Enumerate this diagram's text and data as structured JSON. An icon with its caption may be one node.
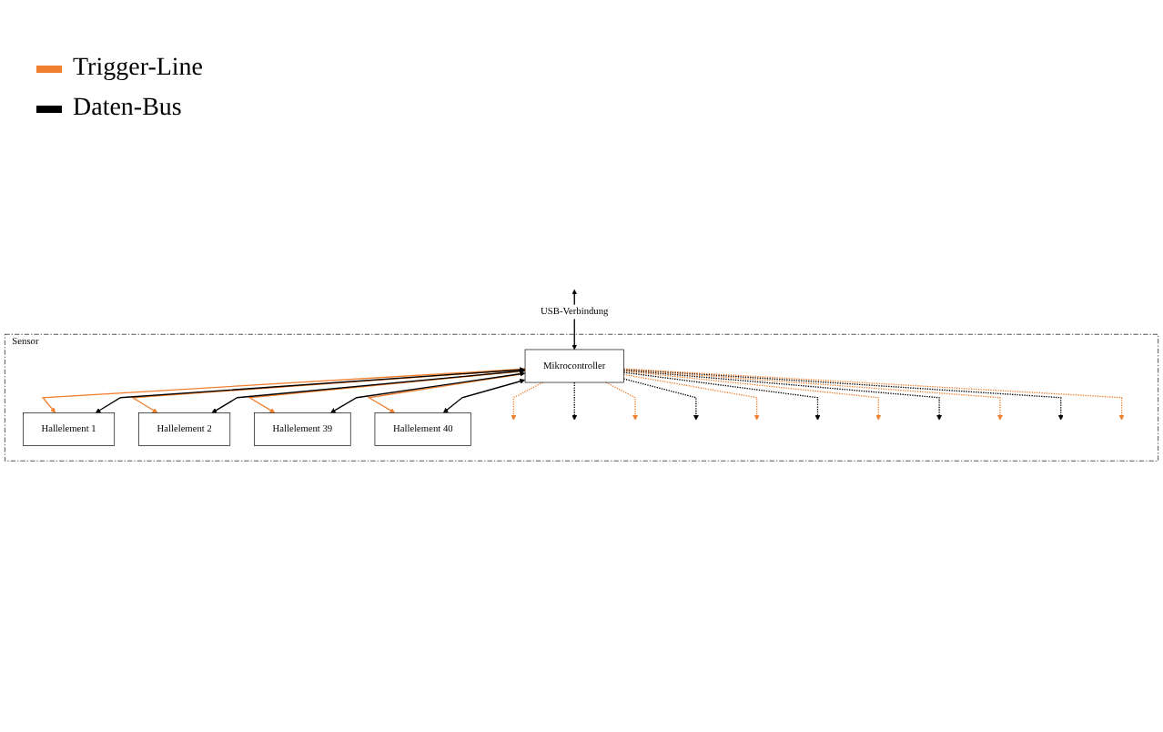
{
  "diagram": {
    "nodes": [
      {
        "text": [
          "Sensor"
        ]
      },
      {
        "text": [
          "Mikrocontroller"
        ],
        "in": 0
      },
      {
        "text": [
          "Hallelement 1"
        ],
        "in": 0
      },
      {
        "text": [
          "Hallelement 2"
        ],
        "in": 0
      },
      {
        "text": [
          "Hallelement 39"
        ],
        "in": 0
      },
      {
        "text": [
          "Hallelement 40"
        ],
        "in": 0
      }
    ],
    "edges": [
      {
        "from": null,
        "to": 1,
        "arrow": "both",
        "label": "USB-Verbindung"
      },
      {
        "from": 1,
        "to": 2,
        "arrow": "to",
        "color": "#f08030"
      },
      {
        "from": 1,
        "to": 3,
        "arrow": "to",
        "color": "#f08030"
      },
      {
        "from": 1,
        "to": 4,
        "arrow": "to",
        "color": "#f08030"
      },
      {
        "from": 1,
        "to": 5,
        "arrow": "to",
        "color": "#f08030"
      },
      {
        "from": 1,
        "to": 2,
        "arrow": "both"
      },
      {
        "from": 1,
        "to": 3,
        "arrow": "both"
      },
      {
        "from": 1,
        "to": 4,
        "arrow": "both"
      },
      {
        "from": 1,
        "to": 5,
        "arrow": "both"
      },
      {
        "from": 1,
        "to": null,
        "arrow": "to",
        "style": "dashed",
        "color": "#f08030"
      },
      {
        "from": 1,
        "to": null,
        "arrow": "to",
        "style": "dashed"
      },
      {
        "from": 1,
        "to": null,
        "arrow": "to",
        "style": "dashed",
        "color": "#f08030"
      },
      {
        "from": 1,
        "to": null,
        "arrow": "to",
        "style": "dashed"
      },
      {
        "from": 1,
        "to": null,
        "arrow": "to",
        "style": "dashed",
        "color": "#f08030"
      },
      {
        "from": 1,
        "to": null,
        "arrow": "to",
        "style": "dashed"
      },
      {
        "from": 1,
        "to": null,
        "arrow": "to",
        "style": "dashed",
        "color": "#f08030"
      },
      {
        "from": 1,
        "to": null,
        "arrow": "to",
        "style": "dashed"
      },
      {
        "from": 1,
        "to": null,
        "arrow": "to",
        "style": "dashed",
        "color": "#f08030"
      },
      {
        "from": 1,
        "to": null,
        "arrow": "to",
        "style": "dashed"
      },
      {
        "from": 1,
        "to": null,
        "arrow": "to",
        "style": "dashed",
        "color": "#f08030"
      }
    ],
    "legend": [
      {
        "text": "Trigger-Line",
        "color": "#f08030"
      },
      {
        "text": "Daten-Bus",
        "color": "#000000"
      }
    ]
  }
}
